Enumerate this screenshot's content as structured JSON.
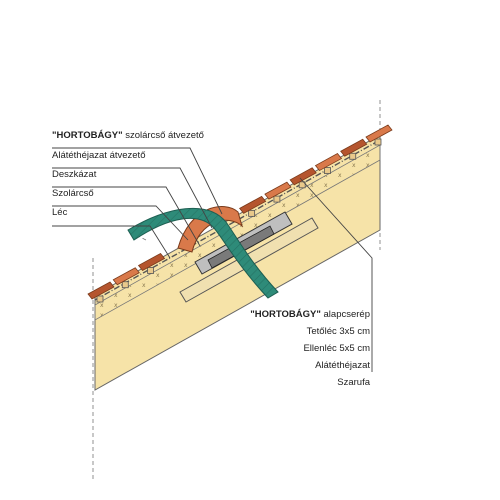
{
  "left_labels": [
    {
      "key": "solar_passthrough",
      "brand": "\"HORTOBÁGY\"",
      "text": " szolárcső átvezető"
    },
    {
      "key": "underlay_passthrough",
      "brand": "",
      "text": "Alátéthéjazat átvezető"
    },
    {
      "key": "boarding",
      "brand": "",
      "text": "Deszkázat"
    },
    {
      "key": "solar_pipe",
      "brand": "",
      "text": "Szolárcső"
    },
    {
      "key": "batten",
      "brand": "",
      "text": "Léc"
    }
  ],
  "right_labels": [
    {
      "key": "base_tile",
      "brand": "\"HORTOBÁGY\"",
      "text": " alapcserép"
    },
    {
      "key": "roof_batten",
      "brand": "",
      "text": "Tetőléc 3x5 cm"
    },
    {
      "key": "counter_batten",
      "brand": "",
      "text": "Ellenléc 5x5 cm"
    },
    {
      "key": "underlay",
      "brand": "",
      "text": "Alátéthéjazat"
    },
    {
      "key": "rafter",
      "brand": "",
      "text": "Szarufa"
    }
  ],
  "colors": {
    "rafter": "#f6e3a8",
    "tile": "#d9794a",
    "tile_dark": "#b5552e",
    "pipe": "#2e8b79",
    "batten": "#e9c98b",
    "line": "#444444"
  }
}
